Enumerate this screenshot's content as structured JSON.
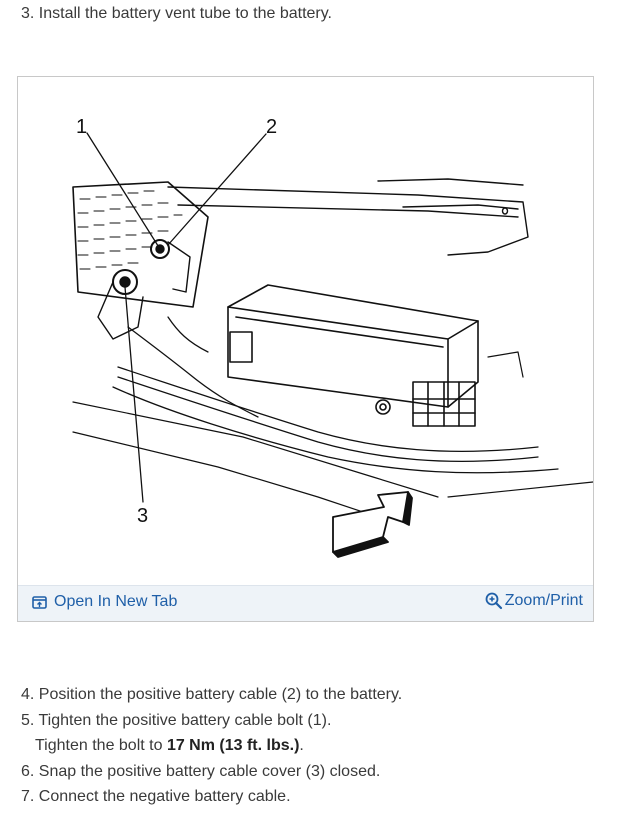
{
  "step3": "3. Install the battery vent tube to the battery.",
  "figure": {
    "callouts": [
      "1",
      "2",
      "3"
    ],
    "open_label": "Open In New Tab",
    "open_icon": "open-in-new-tab-icon",
    "zoom_label": "Zoom/Print",
    "zoom_icon": "magnifier-plus-icon",
    "link_color": "#1f5fa8"
  },
  "steps": {
    "s4": "4. Position the positive battery cable (2) to the battery.",
    "s5": "5. Tighten the positive battery cable bolt (1).",
    "s5_sub_prefix": "Tighten the bolt to ",
    "s5_sub_bold": "17 Nm (13 ft. lbs.)",
    "s5_sub_suffix": ".",
    "s6": "6. Snap the positive battery cable cover (3) closed.",
    "s7": "7. Connect the negative battery cable."
  }
}
